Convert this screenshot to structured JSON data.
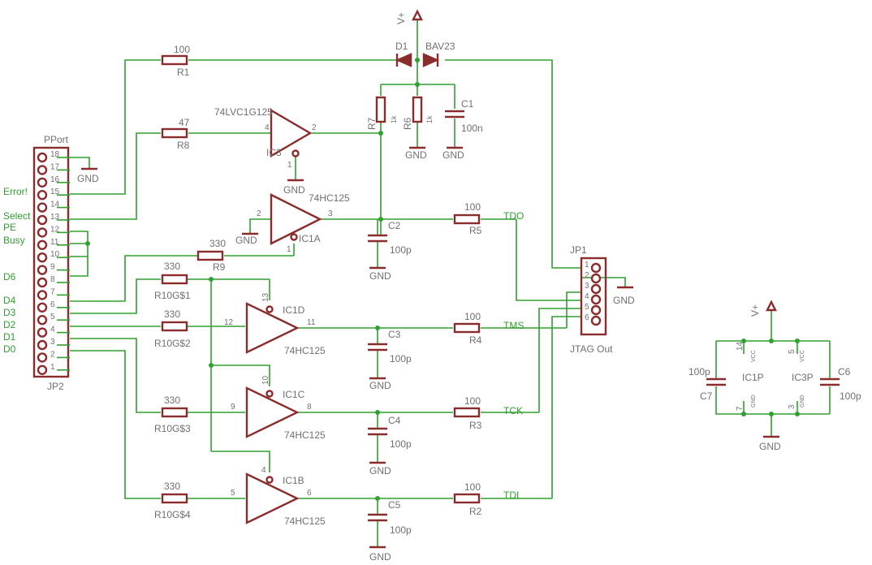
{
  "parts": {
    "r1": {
      "name": "R1",
      "value": "100"
    },
    "r8": {
      "name": "R8",
      "value": "47"
    },
    "r9": {
      "name": "R9",
      "value": "330"
    },
    "r10_1": {
      "name": "R10G$1",
      "value": "330"
    },
    "r10_2": {
      "name": "R10G$2",
      "value": "330"
    },
    "r10_3": {
      "name": "R10G$3",
      "value": "330"
    },
    "r10_4": {
      "name": "R10G$4",
      "value": "330"
    },
    "r5": {
      "name": "R5",
      "value": "100"
    },
    "r4": {
      "name": "R4",
      "value": "100"
    },
    "r3": {
      "name": "R3",
      "value": "100"
    },
    "r2": {
      "name": "R2",
      "value": "100"
    },
    "r7": {
      "name": "R7",
      "value": "1k"
    },
    "r6": {
      "name": "R6",
      "value": "1k"
    },
    "c1": {
      "name": "C1",
      "value": "100n"
    },
    "c2": {
      "name": "C2",
      "value": "100p"
    },
    "c3": {
      "name": "C3",
      "value": "100p"
    },
    "c4": {
      "name": "C4",
      "value": "100p"
    },
    "c5": {
      "name": "C5",
      "value": "100p"
    },
    "c6": {
      "name": "C6",
      "value": "100p"
    },
    "c7": {
      "name": "C7",
      "value": "100p"
    },
    "d1": {
      "name": "D1",
      "value": "BAV23"
    },
    "ic3": {
      "name": "IC3",
      "value": "74LVC1G125"
    },
    "ic1a": {
      "name": "IC1A",
      "value": "74HC125"
    },
    "ic1d": {
      "name": "IC1D",
      "value": "74HC125"
    },
    "ic1c": {
      "name": "IC1C",
      "value": "74HC125"
    },
    "ic1b": {
      "name": "IC1B",
      "value": "74HC125"
    },
    "ic1p": {
      "name": "IC1P"
    },
    "ic3p": {
      "name": "IC3P"
    },
    "jp1": {
      "name": "JP1",
      "value": "JTAG Out",
      "pins": [
        "1",
        "2",
        "3",
        "4",
        "5",
        "6"
      ]
    },
    "jp2": {
      "name": "JP2",
      "value": "PPort",
      "pins": [
        "18",
        "17",
        "16",
        "15",
        "14",
        "13",
        "12",
        "11",
        "10",
        "9",
        "8",
        "7",
        "6",
        "5",
        "4",
        "3",
        "2",
        "1"
      ]
    }
  },
  "pin_numbers": {
    "ic3_in": "4",
    "ic3_out": "2",
    "ic3_oe": "1",
    "ic1a_in": "2",
    "ic1a_out": "3",
    "ic1a_oe": "1",
    "ic1d_in": "12",
    "ic1d_out": "11",
    "ic1d_oe": "13",
    "ic1c_in": "9",
    "ic1c_out": "8",
    "ic1c_oe": "10",
    "ic1b_in": "5",
    "ic1b_out": "6",
    "ic1b_oe": "4",
    "ic1p_vcc": "14",
    "ic1p_gnd": "7",
    "ic3p_vcc": "5",
    "ic3p_gnd": "3",
    "vcc_label": "VCC",
    "gnd_label": "GND"
  },
  "nets": {
    "vplus": "V+",
    "gnd": "GND",
    "tdo": "TDO",
    "tms": "TMS",
    "tck": "TCK",
    "tdi": "TDI",
    "error": "Error!",
    "select": "Select",
    "pe": "PE",
    "busy": "Busy",
    "d6": "D6",
    "d4": "D4",
    "d3": "D3",
    "d2": "D2",
    "d1": "D1",
    "d0": "D0"
  }
}
